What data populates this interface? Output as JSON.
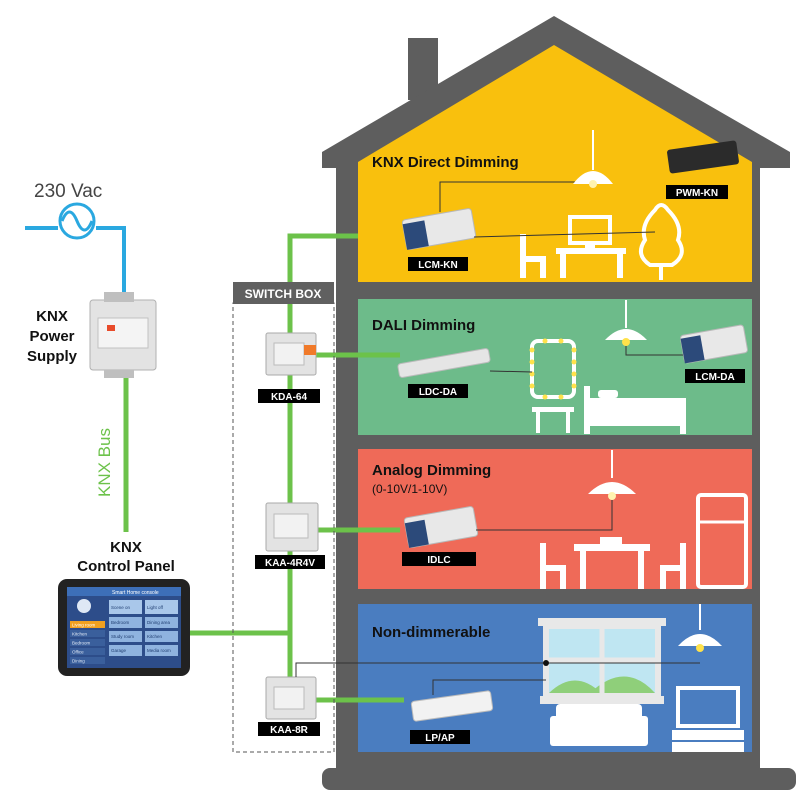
{
  "power": {
    "voltage_label": "230 Vac",
    "psu_title_line1": "KNX",
    "psu_title_line2": "Power",
    "psu_title_line3": "Supply"
  },
  "bus": {
    "label": "KNX Bus"
  },
  "control_panel": {
    "title_line1": "KNX",
    "title_line2": "Control Panel",
    "screen_heading": "Smart Home console",
    "menu_items": [
      "Living room",
      "Kitchen",
      "Bedroom",
      "Office",
      "Dining"
    ],
    "tiles": [
      "Scene on",
      "Light off",
      "Bedroom",
      "Dining area",
      "Study room",
      "Kitchen",
      "Garage",
      "Media room"
    ]
  },
  "switch_box": {
    "label": "SWITCH BOX",
    "modules": [
      {
        "tag": "KDA-64"
      },
      {
        "tag": "KAA-4R4V"
      },
      {
        "tag": "KAA-8R"
      }
    ]
  },
  "floors": [
    {
      "title": "KNX Direct Dimming",
      "subtitle": "",
      "color": "#f9c00d",
      "tags": [
        "LCM-KN",
        "PWM-KN"
      ]
    },
    {
      "title": "DALI Dimming",
      "subtitle": "",
      "color": "#6dbb8a",
      "tags": [
        "LDC-DA",
        "LCM-DA"
      ]
    },
    {
      "title": "Analog Dimming",
      "subtitle": "(0-10V/1-10V)",
      "color": "#ef6a58",
      "tags": [
        "IDLC"
      ]
    },
    {
      "title": "Non-dimmerable",
      "subtitle": "",
      "color": "#4a7dc0",
      "tags": [
        "LP/AP"
      ]
    }
  ],
  "colors": {
    "bus_line": "#6cc24a",
    "house_frame": "#5e5e5e",
    "power_line": "#2aa8e0",
    "tag_bg": "#000000"
  }
}
